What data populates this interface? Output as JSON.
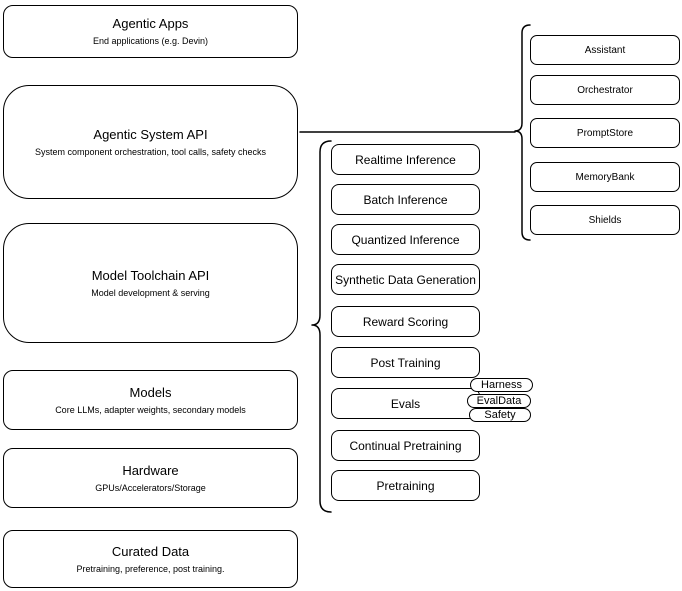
{
  "colors": {
    "node_fill": "#ffffff",
    "node_stroke": "#000000",
    "text": "#000000",
    "connector": "#000000"
  },
  "left_stack": {
    "agentic_apps": {
      "title": "Agentic Apps",
      "subtitle": "End applications (e.g. Devin)"
    },
    "agentic_system_api": {
      "title": "Agentic System API",
      "subtitle": "System component orchestration, tool calls, safety checks"
    },
    "model_toolchain_api": {
      "title": "Model Toolchain API",
      "subtitle": "Model development & serving"
    },
    "models": {
      "title": "Models",
      "subtitle": "Core LLMs, adapter weights, secondary models"
    },
    "hardware": {
      "title": "Hardware",
      "subtitle": "GPUs/Accelerators/Storage"
    },
    "curated_data": {
      "title": "Curated Data",
      "subtitle": "Pretraining, preference, post training."
    }
  },
  "toolchain": {
    "items": [
      "Realtime Inference",
      "Batch Inference",
      "Quantized Inference",
      "Synthetic Data Generation",
      "Reward Scoring",
      "Post Training",
      "Evals",
      "Continual Pretraining",
      "Pretraining"
    ]
  },
  "evals": {
    "tags": [
      "Harness",
      "EvalData",
      "Safety"
    ]
  },
  "system_components": {
    "items": [
      "Assistant",
      "Orchestrator",
      "PromptStore",
      "MemoryBank",
      "Shields"
    ]
  }
}
